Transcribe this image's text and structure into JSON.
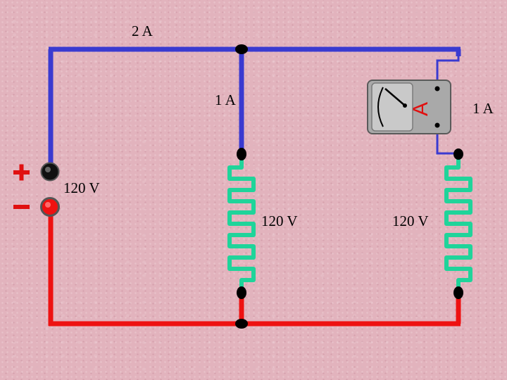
{
  "circuit": {
    "total_current": "2 A",
    "branch1_current": "1 A",
    "branch2_current": "1 A",
    "source_voltage": "120 V",
    "load1_voltage": "120 V",
    "load2_voltage": "120 V",
    "terminal_positive": "+",
    "terminal_negative": "–",
    "ammeter_symbol": "A"
  },
  "colors": {
    "positive_wire": "#3a3ad0",
    "negative_wire": "#ee1111",
    "resistor": "#1fd49a",
    "node": "#000000",
    "positive_sign": "#e01010",
    "negative_sign": "#e01010",
    "ammeter_body": "#a9a9a9",
    "ammeter_face": "#c9c9c9",
    "ammeter_letter": "#e01010",
    "background": "#e2b3bd"
  }
}
